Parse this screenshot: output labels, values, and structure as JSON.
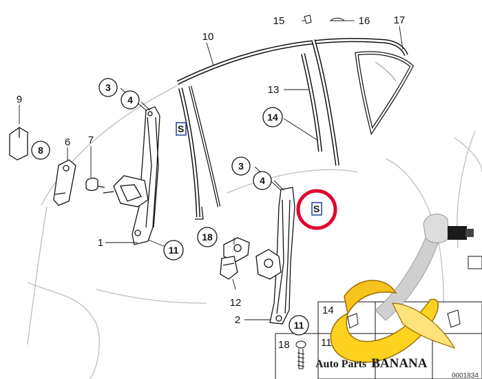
{
  "callouts": {
    "c1": "1",
    "c2": "2",
    "c3a": "3",
    "c3b": "3",
    "c4a": "4",
    "c4b": "4",
    "c6": "6",
    "c7": "7",
    "c8": "8",
    "c9": "9",
    "c10": "10",
    "c11a": "11",
    "c11b": "11",
    "c12": "12",
    "c13": "13",
    "c14": "14",
    "c15": "15",
    "c16": "16",
    "c17": "17",
    "c18": "18"
  },
  "inset": {
    "n14": "14",
    "n11": "11",
    "n18": "18"
  },
  "lube_symbol": "S",
  "highlight_color": "#e4002b",
  "logo": {
    "brand": "Auto Parts",
    "brand_emphasis": "BANANA"
  },
  "diagram_code": "0001834"
}
